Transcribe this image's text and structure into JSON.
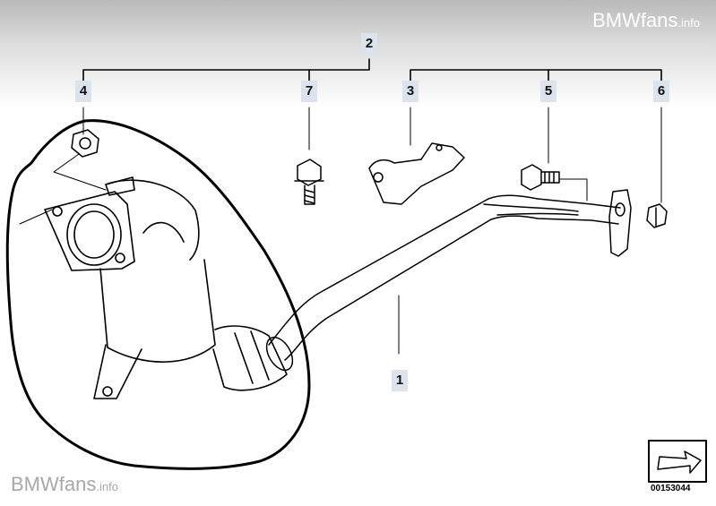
{
  "watermark": {
    "brand": "BMWfans",
    "suffix": ".info"
  },
  "callouts": {
    "c1": "1",
    "c2": "2",
    "c3": "3",
    "c4": "4",
    "c5": "5",
    "c6": "6",
    "c7": "7"
  },
  "diagram_id": "00153044"
}
